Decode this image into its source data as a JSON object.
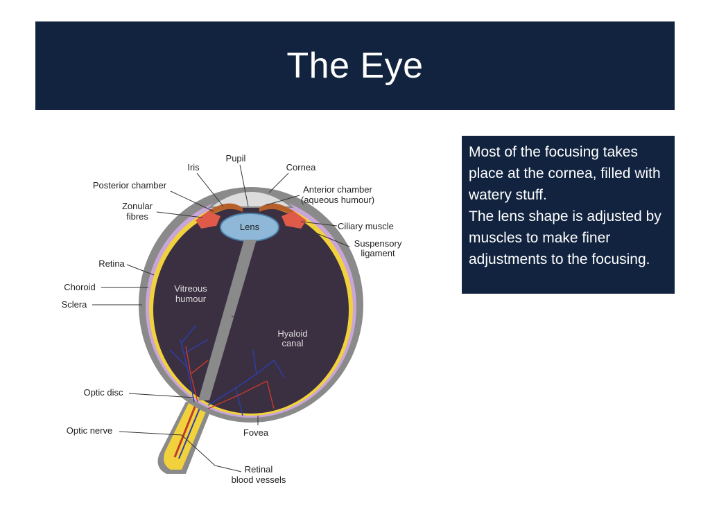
{
  "slide": {
    "title": "The Eye",
    "note_lines": [
      "Most of the focusing takes place at the cornea, filled with watery stuff.",
      "The lens shape is adjusted by muscles to make finer adjustments to the focusing."
    ]
  },
  "diagram": {
    "labels": {
      "pupil": "Pupil",
      "iris": "Iris",
      "cornea": "Cornea",
      "posterior_chamber": "Posterior chamber",
      "anterior_chamber_1": "Anterior chamber",
      "anterior_chamber_2": "(aqueous humour)",
      "zonular_fibres_1": "Zonular",
      "zonular_fibres_2": "fibres",
      "lens": "Lens",
      "ciliary_muscle": "Ciliary muscle",
      "suspensory_ligament_1": "Suspensory",
      "suspensory_ligament_2": "ligament",
      "retina": "Retina",
      "choroid": "Choroid",
      "sclera": "Sclera",
      "vitreous_humour_1": "Vitreous",
      "vitreous_humour_2": "humour",
      "hyaloid_canal_1": "Hyaloid",
      "hyaloid_canal_2": "canal",
      "optic_disc": "Optic disc",
      "optic_nerve": "Optic nerve",
      "fovea": "Fovea",
      "retinal_vessels_1": "Retinal",
      "retinal_vessels_2": "blood vessels"
    },
    "colors": {
      "sclera": "#8a8a8a",
      "choroid": "#c9a6d8",
      "retina": "#f2d23c",
      "vitreous": "#3b3042",
      "lens": "#8fb8d8",
      "iris": "#b8602a",
      "ciliary": "#e05a4a",
      "vessels": "#2c3ea8"
    }
  }
}
